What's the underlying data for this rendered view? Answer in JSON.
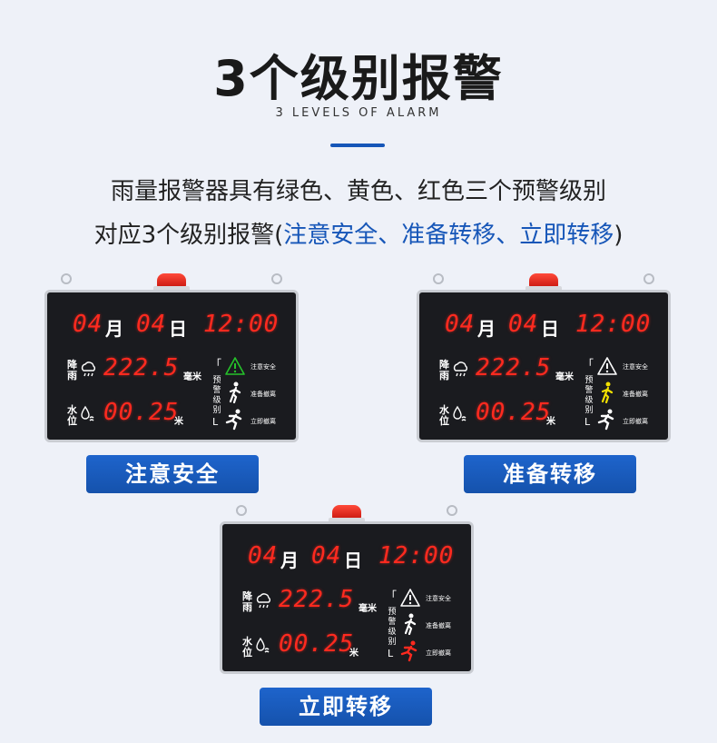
{
  "header": {
    "title": "3个级别报警",
    "subtitle": "3 LEVELS OF ALARM"
  },
  "description": {
    "line1": "雨量报警器具有绿色、黄色、红色三个预警级别",
    "line2_prefix": "对应3个级别报警(",
    "line2_highlight": "注意安全、准备转移、立即转移",
    "line2_suffix": ")"
  },
  "device_display": {
    "month_value": "04",
    "month_unit": "月",
    "day_value": "04",
    "day_unit": "日",
    "time": "12:00",
    "rain_label_1": "降",
    "rain_label_2": "雨",
    "rain_value": "222.5",
    "rain_unit": "毫米",
    "water_label_1": "水",
    "water_label_2": "位",
    "water_value": "00.25",
    "water_unit": "米",
    "level_label": [
      "预",
      "警",
      "级",
      "别"
    ],
    "level_items": [
      "注意安全",
      "准备撤离",
      "立即撤离"
    ],
    "bracket_top": "「",
    "bracket_bottom": "L"
  },
  "levels": [
    {
      "button_label": "注意安全",
      "active": 0,
      "active_color": "#25c22a"
    },
    {
      "button_label": "准备转移",
      "active": 1,
      "active_color": "#f2e000"
    },
    {
      "button_label": "立即转移",
      "active": 2,
      "active_color": "#ff2a1f"
    }
  ],
  "colors": {
    "accent": "#1656b8",
    "led_red": "#ff2a1f",
    "panel": "#1a1b1f"
  }
}
